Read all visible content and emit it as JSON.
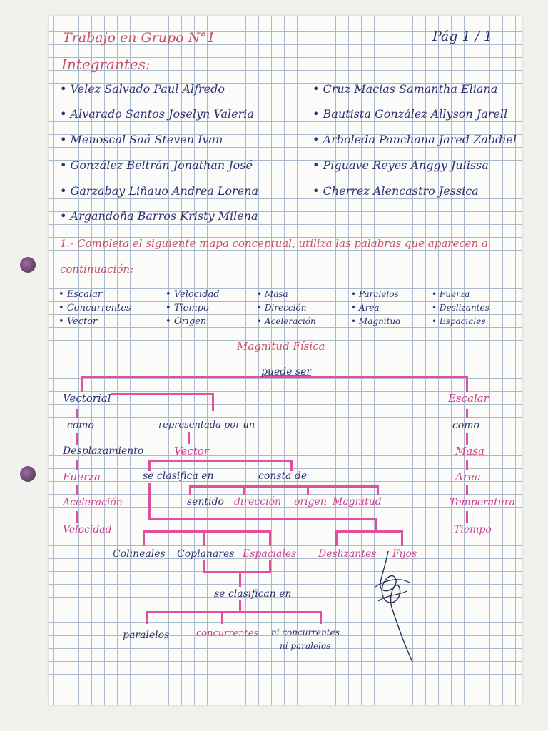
{
  "header": {
    "title": "Trabajo en Grupo N°1",
    "page": "Pág 1 / 1",
    "members_title": "Integrantes:"
  },
  "members_left": [
    "Velez Salvado Paul Alfredo",
    "Alvarado Santos Joselyn Valeria",
    "Menoscal Saá Steven Ivan",
    "González Beltrán Jonathan José",
    "Garzabay Liñauo Andrea Lorena",
    "Argandoña Barros Kristy Milena"
  ],
  "members_right": [
    "Cruz Macias Samantha Eliana",
    "Bautista González Allyson Jarell",
    "Arboleda Panchana Jared Zabdiel",
    "Piguave Reyes Anggy Julissa",
    "Cherrez Alencastro Jessica"
  ],
  "instruction": {
    "line1": "1.- Completa el siguiente mapa conceptual, utiliza las palabras que aparecen a",
    "line2": "continuación:"
  },
  "word_bank": [
    [
      "Escalar",
      "Concurrentes",
      "Vector"
    ],
    [
      "Velocidad",
      "Tiempo",
      "Origen"
    ],
    [
      "Masa",
      "Dirección",
      "Aceleración"
    ],
    [
      "Paralelos",
      "Area",
      "Magnitud"
    ],
    [
      "Fuerza",
      "Deslizantes",
      "Espaciales"
    ]
  ],
  "map": {
    "root": "Magnitud Física",
    "connector": "puede ser",
    "vectorial": "Vectorial",
    "vectorial_como": "como",
    "vectorial_items": [
      "Desplazamiento",
      "Fuerza",
      "Aceleración",
      "Velocidad"
    ],
    "represented": "representada por un",
    "vector": "Vector",
    "classified": "se clasifica en",
    "consists": "consta de",
    "parts": [
      "sentido",
      "dirección",
      "origen",
      "Magnitud"
    ],
    "types_a": [
      "Colineales",
      "Coplanares",
      "Espaciales"
    ],
    "types_b": [
      "Deslizantes",
      "Fijos"
    ],
    "classified2": "se clasifican en",
    "sub_types": [
      "paralelos",
      "concurrentes"
    ],
    "sub_types_note": [
      "ni concurrentes",
      "ni paralelos"
    ],
    "escalar": "Escalar",
    "escalar_como": "como",
    "escalar_items": [
      "Masa",
      "Area",
      "Temperatura",
      "Tiempo"
    ]
  }
}
